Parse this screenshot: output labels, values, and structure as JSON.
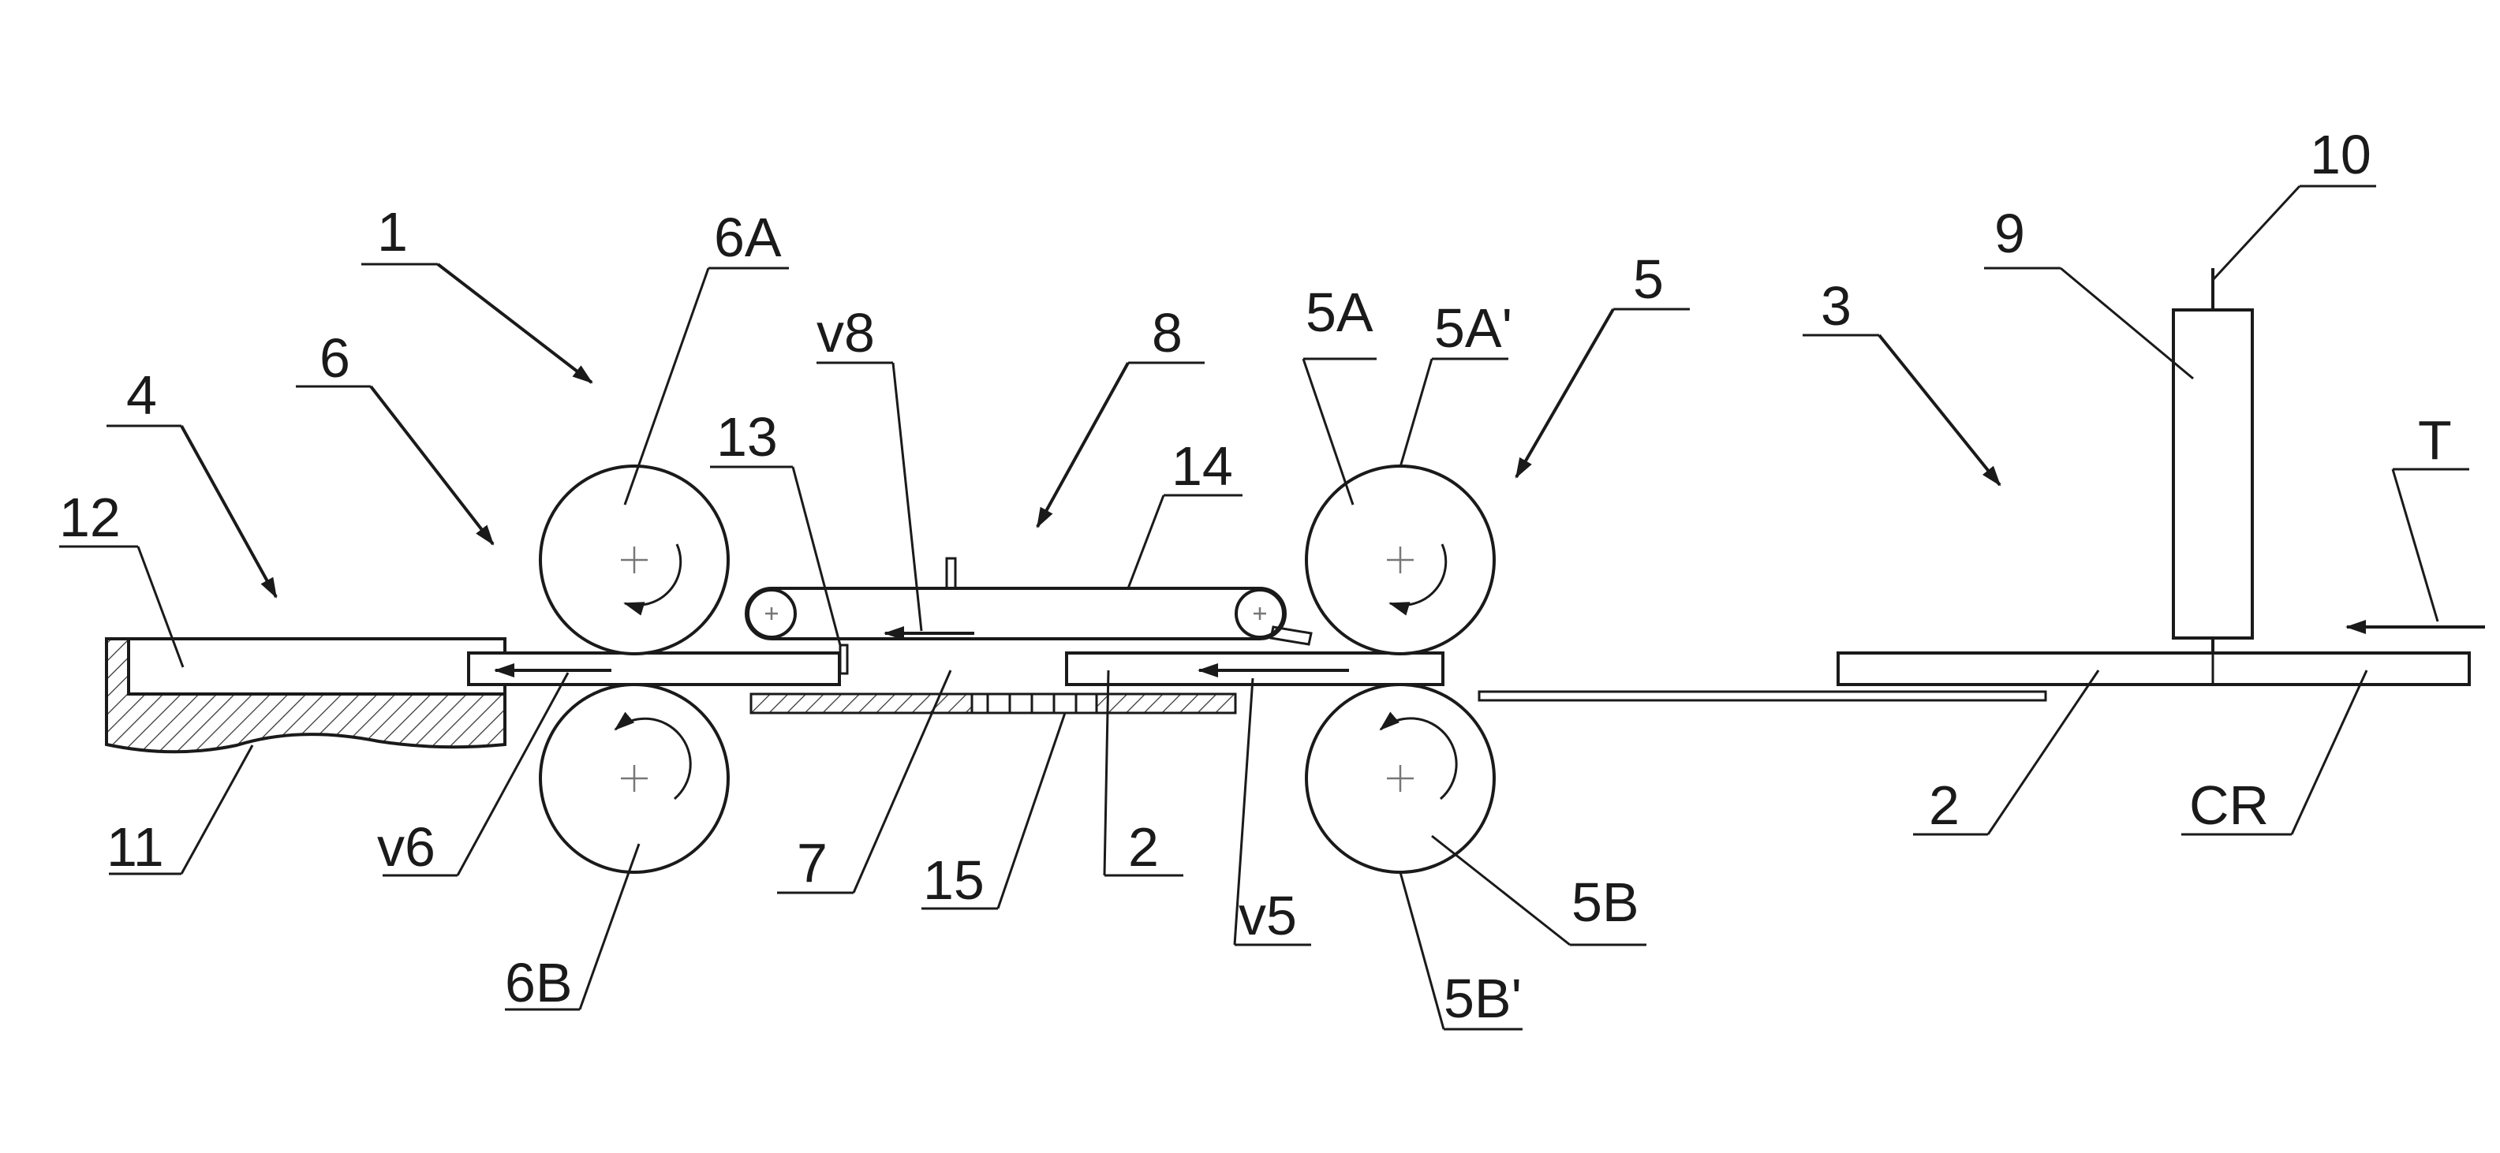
{
  "colors": {
    "line": "#1a1a1a",
    "hatch": "#333333",
    "background": "#ffffff"
  },
  "labels": {
    "l1": "1",
    "l2a": "2",
    "l2b": "2",
    "l3": "3",
    "l4": "4",
    "l5": "5",
    "l5A": "5A",
    "l5A_prime": "5A'",
    "l5B": "5B",
    "l5B_prime": "5B'",
    "l6": "6",
    "l6A": "6A",
    "l6B": "6B",
    "l7": "7",
    "l8": "8",
    "l9": "9",
    "l10": "10",
    "l11": "11",
    "l12": "12",
    "l13": "13",
    "l14": "14",
    "l15": "15",
    "v5": "v5",
    "v6": "v6",
    "v8": "v8",
    "T": "T",
    "CR": "CR"
  },
  "icons": {
    "rotation": "rotation-arrow-icon",
    "feed": "arrow-left-icon"
  }
}
